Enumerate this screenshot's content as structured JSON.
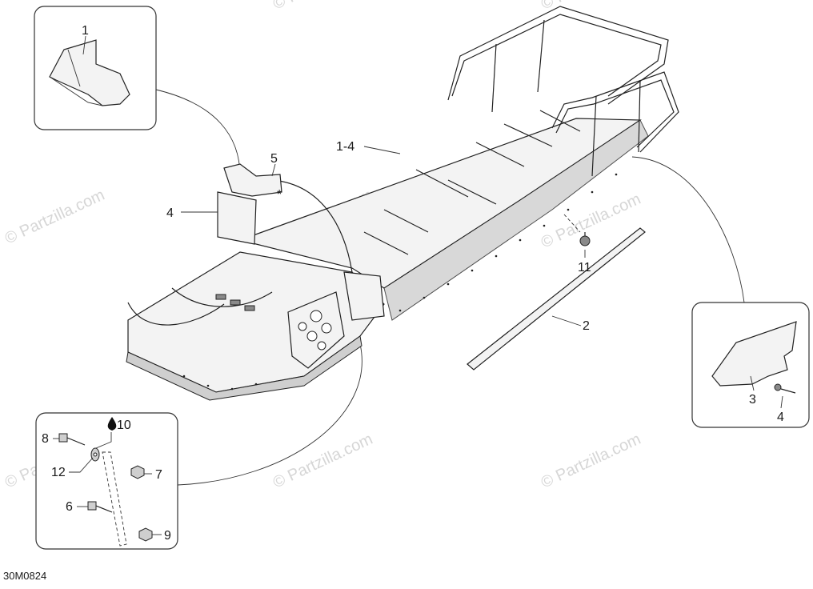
{
  "diagram": {
    "code": "30M0824",
    "watermarks": [
      "© Partzilla.com",
      "© Partzilla.com",
      "© Partzilla.com",
      "© Partzilla.com",
      "© Partzilla.com",
      "© Partzilla.com",
      "© Partzilla.com",
      "© Partzilla.com"
    ],
    "callouts": {
      "c1": "1",
      "c1_4": "1-4",
      "c2": "2",
      "c3": "3",
      "c4_left": "4",
      "c4_right": "4",
      "c5": "5",
      "c6": "6",
      "c7": "7",
      "c8": "8",
      "c9": "9",
      "c10": "10",
      "c11": "11",
      "c12": "12",
      "star": "*"
    }
  }
}
